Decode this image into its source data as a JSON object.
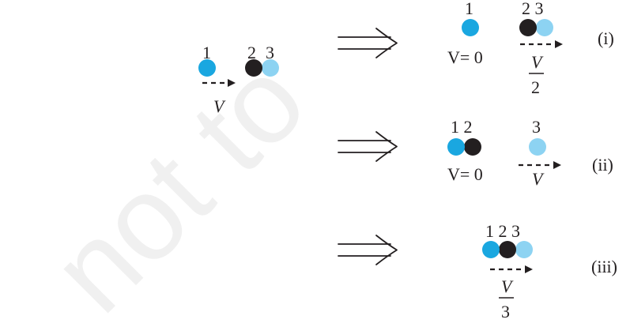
{
  "watermark": "not to",
  "colors": {
    "ball_1": "#1aa7e0",
    "ball_2": "#231f20",
    "ball_3": "#8dd3f2",
    "ink": "#231f20"
  },
  "initial": {
    "label_1": "1",
    "label_2": "2",
    "label_3": "3",
    "velocity": "V"
  },
  "case_i": {
    "tag": "(i)",
    "label_1": "1",
    "label_23": "2 3",
    "ball1_velocity": "V= 0",
    "pair_velocity_num": "V",
    "pair_velocity_den": "2"
  },
  "case_ii": {
    "tag": "(ii)",
    "label_12": "1 2",
    "label_3": "3",
    "pair_velocity": "V= 0",
    "ball3_velocity": "V"
  },
  "case_iii": {
    "tag": "(iii)",
    "label_123": "1 2 3",
    "velocity_num": "V",
    "velocity_den": "3"
  }
}
